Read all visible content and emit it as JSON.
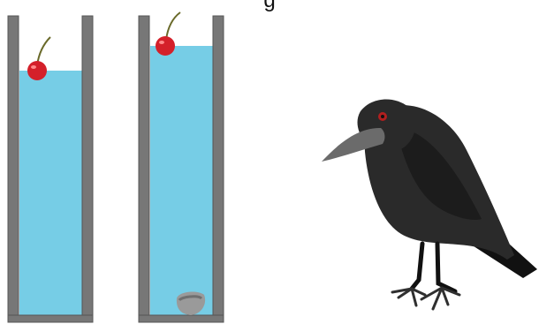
{
  "caption": {
    "text": "g"
  },
  "scene": {
    "tube_left": {
      "water_level_fraction": 0.78
    },
    "tube_right": {
      "water_level_fraction": 0.88
    },
    "colors": {
      "water": "#76cde6",
      "tube_wall": "#777777",
      "tube_wall_dark": "#555555",
      "cherry": "#d4202a",
      "cherry_highlight": "#ff8a8a",
      "stem": "#6a6a2a",
      "stone": "#9a9a9a",
      "crow_body": "#2a2a2a",
      "crow_dark": "#111111",
      "crow_beak": "#6b6b6b",
      "crow_eye": "#b11f1f"
    },
    "icons": {
      "cherry": "cherry-icon",
      "stone": "stone-icon",
      "crow": "crow-illustration"
    }
  }
}
